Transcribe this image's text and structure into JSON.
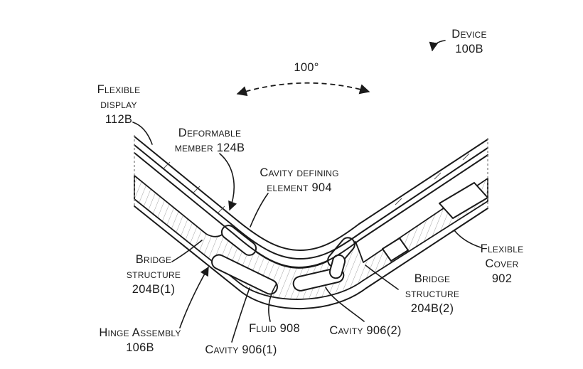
{
  "figure": {
    "background": "#ffffff",
    "line_color": "#1a1a1a",
    "hatch_color": "#9a9a9a",
    "labels": {
      "device": {
        "line1": "Device",
        "line2": "100B"
      },
      "fold_angle": {
        "value": "100°"
      },
      "flexible_display": {
        "line1": "Flexible",
        "line2": "display",
        "line3": "112B"
      },
      "deformable_member": {
        "line1": "Deformable",
        "line2": "member 124B"
      },
      "cavity_defining_element": {
        "line1": "Cavity defining",
        "line2": "element 904"
      },
      "bridge_structure_1": {
        "line1": "Bridge",
        "line2": "structure",
        "line3": "204B(1)"
      },
      "hinge_assembly": {
        "line1": "Hinge Assembly",
        "line2": "106B"
      },
      "cavity_1": {
        "value": "Cavity 906(1)"
      },
      "fluid": {
        "value": "Fluid 908"
      },
      "cavity_2": {
        "value": "Cavity 906(2)"
      },
      "bridge_structure_2": {
        "line1": "Bridge",
        "line2": "structure",
        "line3": "204B(2)"
      },
      "flexible_cover": {
        "line1": "Flexible",
        "line2": "Cover",
        "line3": "902"
      }
    }
  }
}
